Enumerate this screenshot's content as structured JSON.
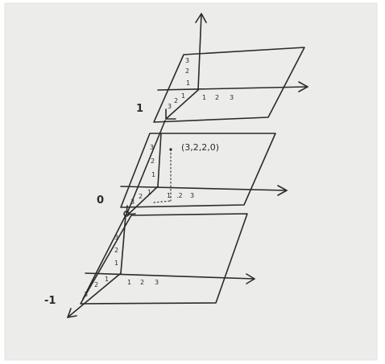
{
  "layers": [
    {
      "name": "top-plane",
      "level_label": "1",
      "y_ticks": [
        "3",
        "2",
        "1"
      ],
      "z_ticks": [
        "1",
        "2",
        "3"
      ],
      "x_ticks": [
        "1",
        "2",
        "3"
      ]
    },
    {
      "name": "middle-plane",
      "level_label": "0",
      "y_ticks": [
        "3",
        "2",
        "1"
      ],
      "z_ticks": [
        "1",
        "2",
        "3"
      ],
      "x_ticks": [
        "1",
        ".2",
        "3"
      ],
      "point_label": "(3,2,2,0)"
    },
    {
      "name": "bottom-plane",
      "level_label": "-1",
      "y_ticks": [
        "3",
        "2",
        "1"
      ],
      "z_ticks": [
        "1",
        "2",
        "3"
      ],
      "x_ticks": [
        "1",
        "2",
        "3"
      ]
    }
  ],
  "colors": {
    "ink": "#2b2b2b",
    "paper": "#ececea",
    "background": "#ffffff"
  }
}
